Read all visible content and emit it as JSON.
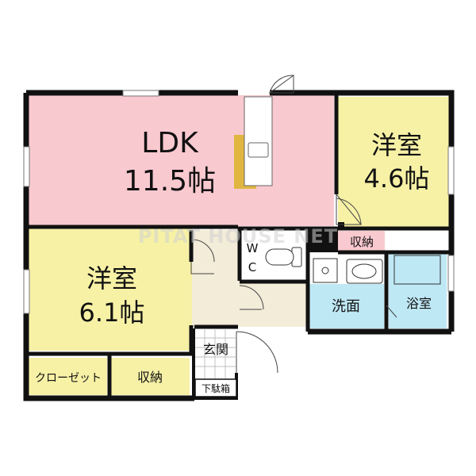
{
  "watermark": "PITAT HOUSE NET",
  "colors": {
    "ldk": "#f9c9d0",
    "western_room": "#f7f1a6",
    "storage": "#f9c9d0",
    "wet_area": "#bfe8f5",
    "hall": "#f3ecd8",
    "counter": "#e0b640",
    "wall": "#111111"
  },
  "rooms": {
    "ldk": {
      "name": "LDK",
      "size": "11.5帖"
    },
    "western_room_a": {
      "name": "洋室",
      "size": "4.6帖"
    },
    "western_room_b": {
      "name": "洋室",
      "size": "6.1帖"
    },
    "wc": {
      "line1": "W",
      "line2": "C"
    },
    "storage_upper": {
      "name": "収納"
    },
    "washroom": {
      "name": "洗面"
    },
    "bathroom": {
      "name": "浴室"
    },
    "entrance": {
      "name": "玄関"
    },
    "shoe_box": {
      "name": "下駄箱"
    },
    "closet": {
      "name": "クローゼット"
    },
    "storage_lower": {
      "name": "収納"
    }
  }
}
